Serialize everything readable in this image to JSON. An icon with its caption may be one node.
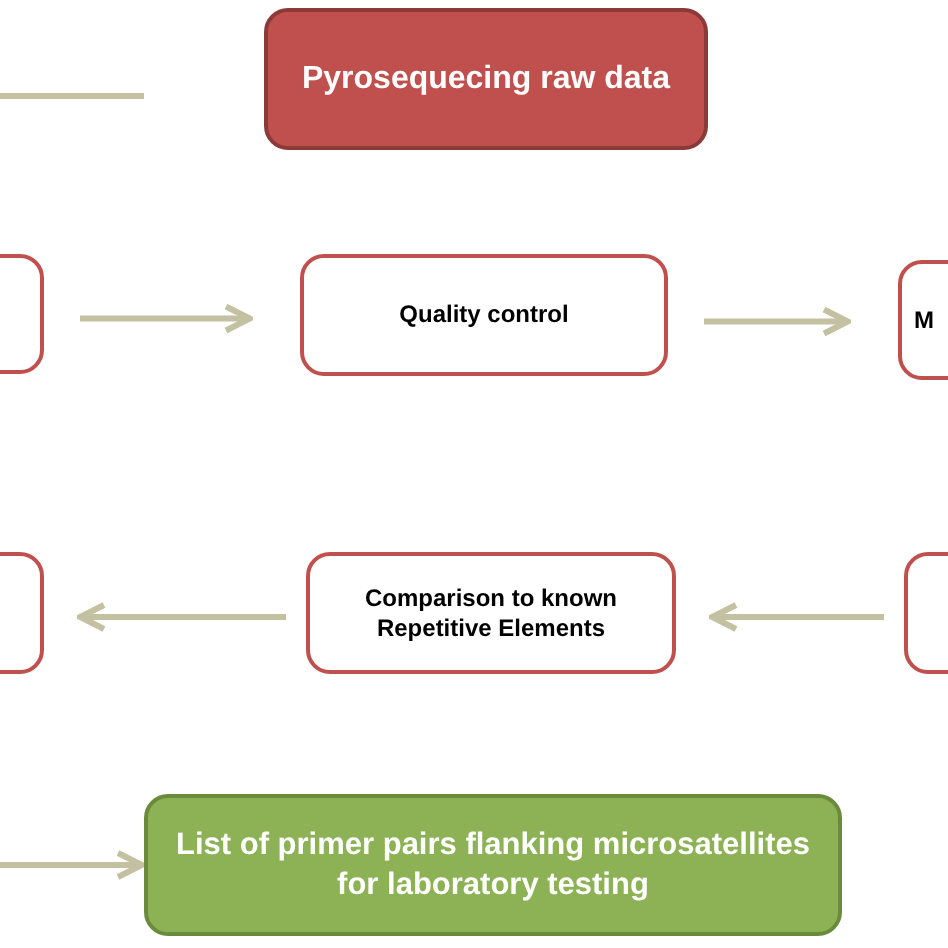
{
  "diagram": {
    "nodes": [
      {
        "text": [
          "Pyrosequecing raw data"
        ]
      },
      {
        "text": [],
        "shape": "box"
      },
      {
        "text": [
          "Quality control"
        ]
      },
      {
        "text": [
          "M"
        ]
      },
      {
        "text": [],
        "shape": "box"
      },
      {
        "text": [
          "Comparison to known Repetitive Elements"
        ]
      },
      {
        "text": [],
        "shape": "box"
      },
      {
        "text": [
          "List of primer pairs flanking microsatellites for laboratory testing"
        ]
      }
    ],
    "edges": [
      {
        "from": 1,
        "to": 2,
        "arrow": "to"
      },
      {
        "from": 2,
        "to": 3,
        "arrow": "to"
      },
      {
        "from": 6,
        "to": 5,
        "arrow": "to"
      },
      {
        "from": 5,
        "to": 4,
        "arrow": "to"
      },
      {
        "from": null,
        "to": 7,
        "arrow": "to"
      }
    ]
  }
}
